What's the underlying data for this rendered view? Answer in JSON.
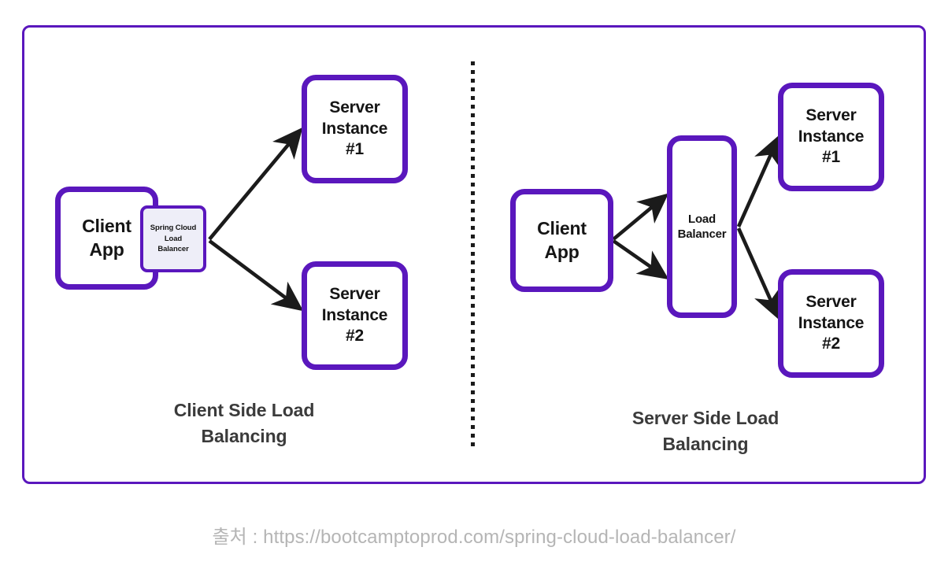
{
  "diagram": {
    "title_hidden": "",
    "frame_color": "#5a17bd",
    "node_border_color": "#5a17bd",
    "arrow_color": "#1b1b1b",
    "chip_fill": "#eeeef8",
    "caption_color": "#3b3b3b",
    "footer_color": "#b5b5b5"
  },
  "left_panel": {
    "caption": "Client Side Load\nBalancing",
    "client_app": "Client\nApp",
    "spring_cloud_lb": "Spring Cloud\nLoad\nBalancer",
    "server_instance_1": "Server\nInstance\n#1",
    "server_instance_2": "Server\nInstance\n#2"
  },
  "right_panel": {
    "caption": "Server Side Load\nBalancing",
    "client_app": "Client\nApp",
    "load_balancer": "Load\nBalancer",
    "server_instance_1": "Server\nInstance\n#1",
    "server_instance_2": "Server\nInstance\n#2"
  },
  "footer": {
    "source": "출처 : https://bootcamptoprod.com/spring-cloud-load-balancer/"
  }
}
